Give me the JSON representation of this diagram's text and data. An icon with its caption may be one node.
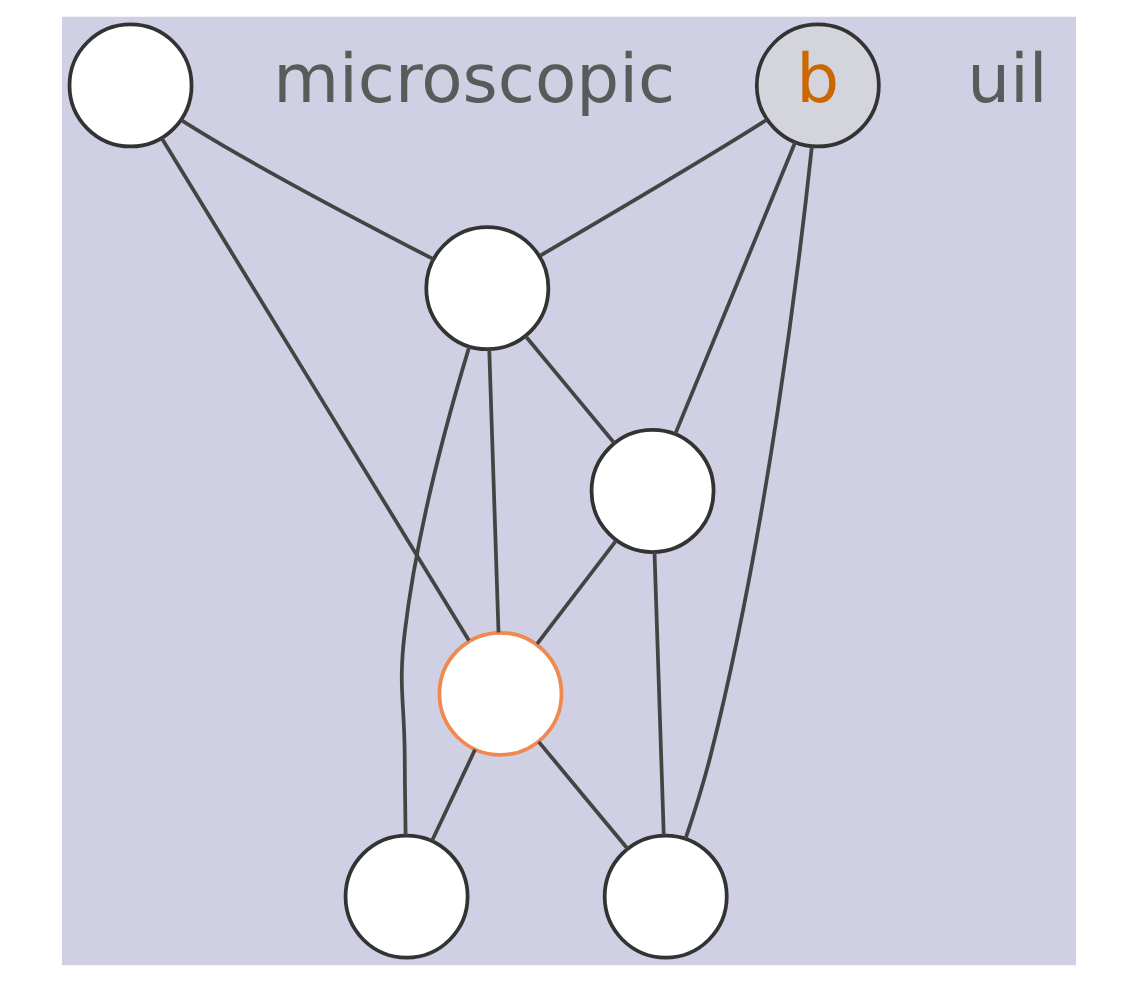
{
  "diagram": {
    "nodes": [
      {
        "text": [
          "b"
        ]
      },
      {
        "text": [],
        "shape": "circle"
      },
      {
        "text": [],
        "shape": "circle"
      },
      {
        "text": [],
        "shape": "circle"
      },
      {
        "text": [],
        "shape": "circle"
      },
      {
        "text": [],
        "shape": "circle"
      },
      {
        "text": [],
        "shape": "circle"
      }
    ],
    "edges": [
      {
        "from": 0,
        "to": 2,
        "arrow": "none"
      },
      {
        "from": 0,
        "to": 3,
        "arrow": "none"
      },
      {
        "from": 0,
        "to": 5,
        "arrow": "none"
      },
      {
        "from": 1,
        "to": 2,
        "arrow": "none"
      },
      {
        "from": 1,
        "to": 4,
        "arrow": "none"
      },
      {
        "from": 2,
        "to": 3,
        "arrow": "none"
      },
      {
        "from": 2,
        "to": 4,
        "arrow": "none"
      },
      {
        "from": 2,
        "to": 6,
        "arrow": "none"
      },
      {
        "from": 3,
        "to": 4,
        "arrow": "none"
      },
      {
        "from": 3,
        "to": 5,
        "arrow": "none"
      },
      {
        "from": 4,
        "to": 5,
        "arrow": "none"
      },
      {
        "from": 4,
        "to": 6,
        "arrow": "none"
      }
    ],
    "labels": [
      "microscopic",
      "uil"
    ]
  }
}
